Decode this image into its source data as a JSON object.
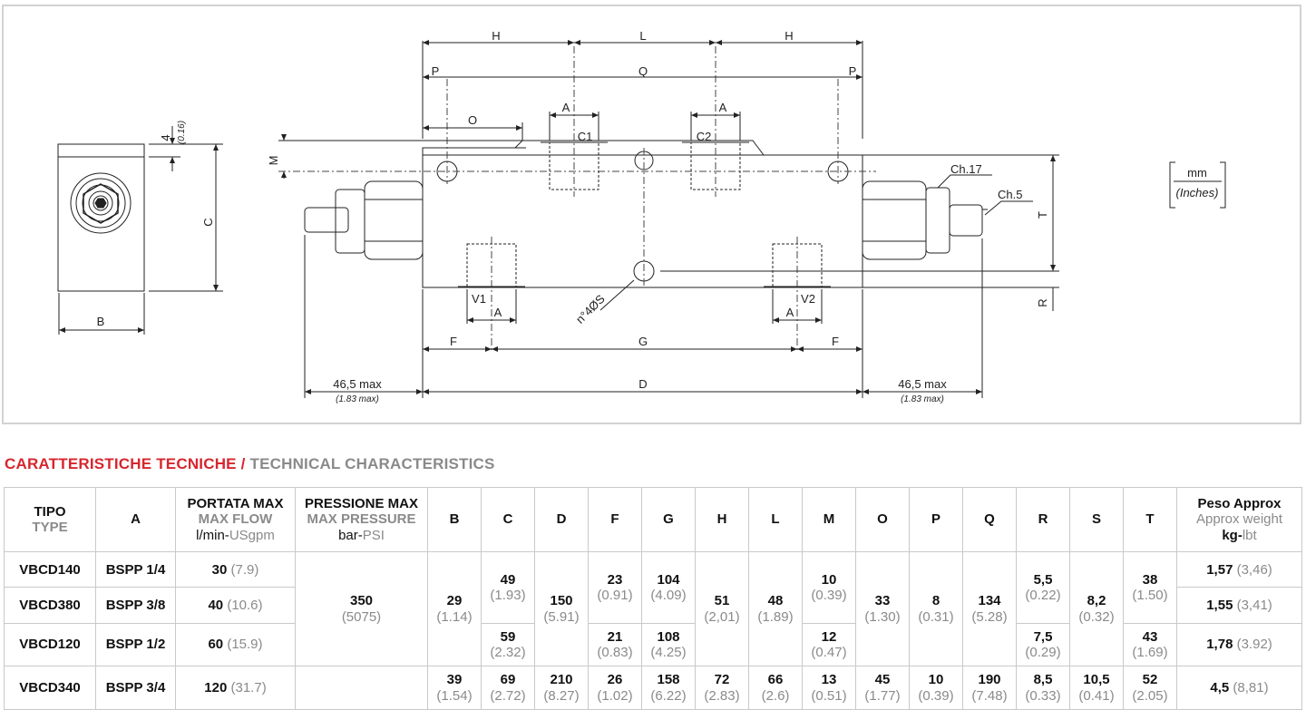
{
  "drawing": {
    "labels": {
      "H": "H",
      "L": "L",
      "P": "P",
      "Q": "Q",
      "O": "O",
      "A": "A",
      "C1": "C1",
      "C2": "C2",
      "M": "M",
      "C": "C",
      "B": "B",
      "four": "4",
      "four_in": "(0.16)",
      "ch17": "Ch.17",
      "ch5": "Ch.5",
      "T": "T",
      "R": "R",
      "V1": "V1",
      "V2": "V2",
      "S": "n°4ØS",
      "F": "F",
      "G": "G",
      "D": "D",
      "max": "46,5 max",
      "max_in": "(1.83 max)"
    },
    "units": {
      "mm": "mm",
      "inches": "(Inches)"
    }
  },
  "section": {
    "title_it": "CARATTERISTICHE TECNICHE /",
    "title_en": "TECHNICAL CHARACTERISTICS"
  },
  "table": {
    "head": {
      "tipo": "TIPO",
      "type": "TYPE",
      "a": "A",
      "portata": "PORTATA MAX",
      "maxflow": "MAX FLOW",
      "flow_unit1": "l/min-",
      "flow_unit2": "USgpm",
      "pressione": "PRESSIONE MAX",
      "maxpressure": "MAX PRESSURE",
      "press_unit1": "bar-",
      "press_unit2": "PSI",
      "B": "B",
      "C": "C",
      "D": "D",
      "F": "F",
      "G": "G",
      "H": "H",
      "L": "L",
      "M": "M",
      "O": "O",
      "P": "P",
      "Q": "Q",
      "R": "R",
      "S": "S",
      "T": "T",
      "peso": "Peso Approx",
      "approxweight": "Approx weight",
      "w_unit1": "kg-",
      "w_unit2": "lbt"
    },
    "rows": [
      {
        "tipo": "VBCD140",
        "a": "BSPP 1/4",
        "flow": "30",
        "flow_us": "(7.9)",
        "weight": "1,57",
        "weight_lb": "(3,46)"
      },
      {
        "tipo": "VBCD380",
        "a": "BSPP 3/8",
        "flow": "40",
        "flow_us": "(10.6)",
        "weight": "1,55",
        "weight_lb": "(3,41)"
      },
      {
        "tipo": "VBCD120",
        "a": "BSPP 1/2",
        "flow": "60",
        "flow_us": "(15.9)",
        "weight": "1,78",
        "weight_lb": "(3.92)"
      },
      {
        "tipo": "VBCD340",
        "a": "BSPP 3/4",
        "flow": "120",
        "flow_us": "(31.7)",
        "weight": "4,5",
        "weight_lb": "(8,81)"
      }
    ],
    "shared": {
      "pressure": "350",
      "pressure_psi": "(5075)",
      "B1": "29",
      "B1i": "(1.14)",
      "C1": "49",
      "C1i": "(1.93)",
      "C3": "59",
      "C3i": "(2.32)",
      "D1": "150",
      "D1i": "(5.91)",
      "F1": "23",
      "F1i": "(0.91)",
      "F3": "21",
      "F3i": "(0.83)",
      "G1": "104",
      "G1i": "(4.09)",
      "G3": "108",
      "G3i": "(4.25)",
      "H1": "51",
      "H1i": "(2,01)",
      "L1": "48",
      "L1i": "(1.89)",
      "M1": "10",
      "M1i": "(0.39)",
      "M3": "12",
      "M3i": "(0.47)",
      "O1": "33",
      "O1i": "(1.30)",
      "P1": "8",
      "P1i": "(0.31)",
      "Q1": "134",
      "Q1i": "(5.28)",
      "R1": "5,5",
      "R1i": "(0.22)",
      "R3": "7,5",
      "R3i": "(0.29)",
      "S1": "8,2",
      "S1i": "(0.32)",
      "T1": "38",
      "T1i": "(1.50)",
      "T3": "43",
      "T3i": "(1.69)"
    },
    "last": {
      "B": "39",
      "Bi": "(1.54)",
      "C": "69",
      "Ci": "(2.72)",
      "D": "210",
      "Di": "(8.27)",
      "F": "26",
      "Fi": "(1.02)",
      "G": "158",
      "Gi": "(6.22)",
      "H": "72",
      "Hi": "(2.83)",
      "L": "66",
      "Li": "(2.6)",
      "M": "13",
      "Mi": "(0.51)",
      "O": "45",
      "Oi": "(1.77)",
      "P": "10",
      "Pi": "(0.39)",
      "Q": "190",
      "Qi": "(7.48)",
      "R": "8,5",
      "Ri": "(0.33)",
      "S": "10,5",
      "Si": "(0.41)",
      "T": "52",
      "Ti": "(2.05)"
    }
  }
}
